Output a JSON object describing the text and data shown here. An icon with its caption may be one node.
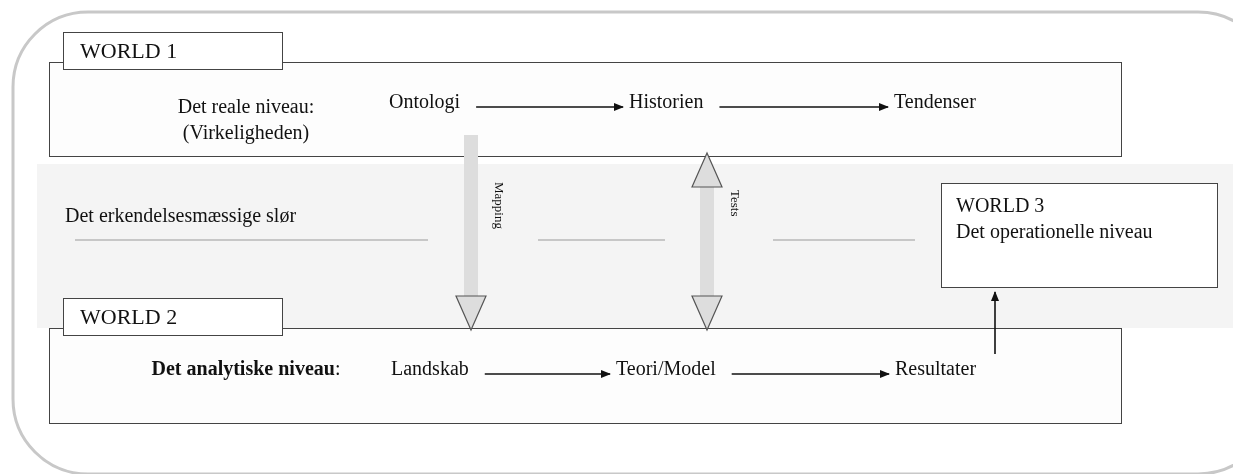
{
  "diagram": {
    "nodes": [
      {
        "text": [
          "WORLD 1",
          "Det reale niveau: (Virkeligheden)"
        ]
      },
      {
        "text": [
          "Ontologi"
        ],
        "in": 0
      },
      {
        "text": [
          "Historien"
        ],
        "in": 0
      },
      {
        "text": [
          "Tendenser"
        ],
        "in": 0
      },
      {
        "text": [
          "Det erkendelsesmæssige slør"
        ]
      },
      {
        "text": [
          "WORLD 3",
          "Det operationelle niveau"
        ],
        "in": 4
      },
      {
        "text": [
          "WORLD 2",
          "**Det analytiske niveau**:"
        ]
      },
      {
        "text": [
          "Landskab"
        ],
        "in": 6
      },
      {
        "text": [
          "Teori/Model"
        ],
        "in": 6
      },
      {
        "text": [
          "Resultater"
        ],
        "in": 6
      }
    ],
    "edges": [
      {
        "from": 1,
        "to": 2,
        "arrow": "to"
      },
      {
        "from": 2,
        "to": 3,
        "arrow": "to"
      },
      {
        "from": 1,
        "to": 7,
        "arrow": "to",
        "label": "Mapping",
        "style": "thick",
        "color": "#dddddd"
      },
      {
        "from": 2,
        "to": 8,
        "arrow": "both",
        "label": "Tests",
        "style": "thick",
        "color": "#dddddd"
      },
      {
        "from": 7,
        "to": 8,
        "arrow": "to"
      },
      {
        "from": 8,
        "to": 9,
        "arrow": "to"
      },
      {
        "from": 9,
        "to": 5,
        "arrow": "to"
      }
    ]
  }
}
